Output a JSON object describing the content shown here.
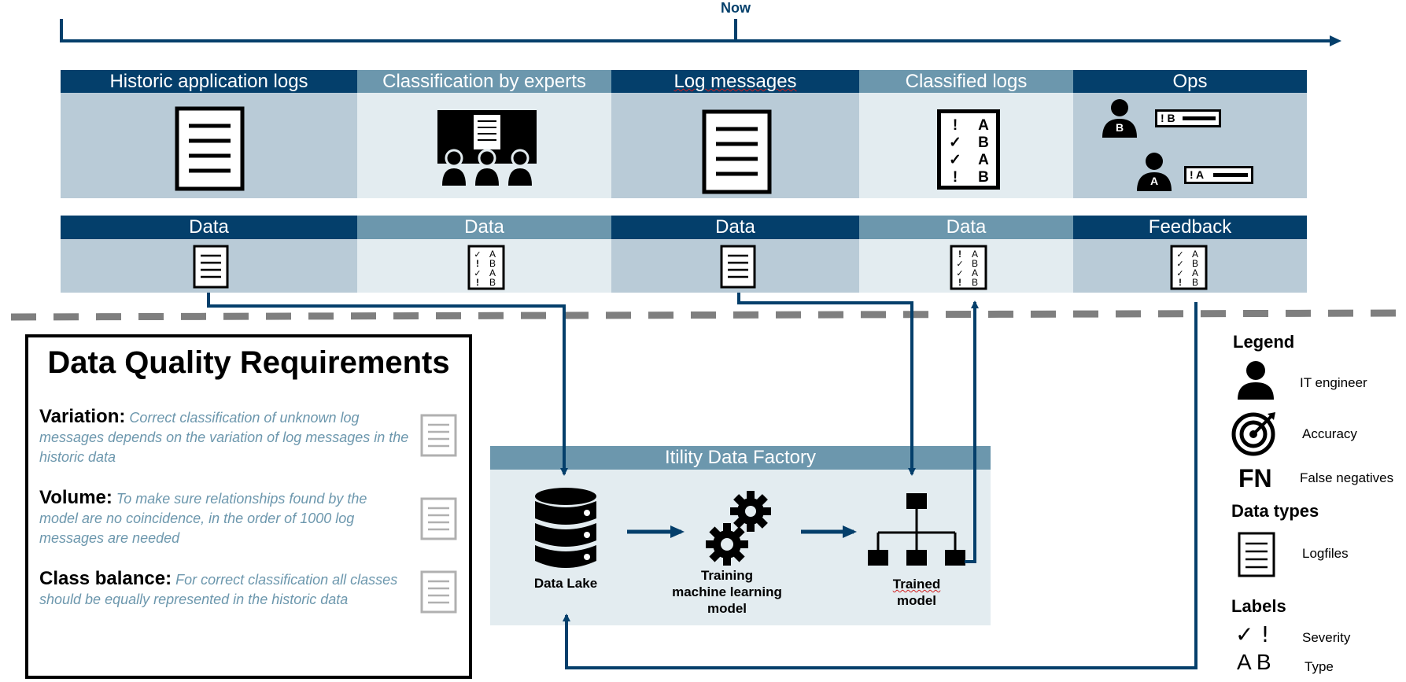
{
  "timeline": {
    "now_label": "Now"
  },
  "top_row": [
    {
      "title": "Historic application logs"
    },
    {
      "title": "Classification by experts"
    },
    {
      "title": "Log messages"
    },
    {
      "title": "Classified logs"
    },
    {
      "title": "Ops"
    }
  ],
  "classified_logs_icon": {
    "severity": [
      "!",
      "✓",
      "✓",
      "!"
    ],
    "type": [
      "A",
      "B",
      "A",
      "B"
    ]
  },
  "ops_icon": {
    "engineer_top": "B",
    "engineer_bottom": "A",
    "bar_top": "! B",
    "bar_bottom": "! A"
  },
  "second_row": [
    {
      "title": "Data"
    },
    {
      "title": "Data"
    },
    {
      "title": "Data"
    },
    {
      "title": "Data"
    },
    {
      "title": "Feedback"
    }
  ],
  "data_quality": {
    "title": "Data Quality Requirements",
    "items": [
      {
        "label": "Variation:",
        "text": "Correct classification of unknown log messages depends on the variation of log messages in the historic data"
      },
      {
        "label": "Volume:",
        "text": "To make sure relationships found by the model are no coincidence, in the order of 1000 log messages are needed"
      },
      {
        "label": "Class balance:",
        "text": "For correct classification all classes should be equally represented in the historic data"
      }
    ]
  },
  "factory": {
    "title": "Itility Data Factory",
    "data_lake": "Data Lake",
    "training": [
      "Training",
      "machine learning",
      "model"
    ],
    "trained": [
      "Trained",
      "model"
    ]
  },
  "legend": {
    "title": "Legend",
    "it_engineer": "IT engineer",
    "accuracy": "Accuracy",
    "fn_symbol": "FN",
    "false_negatives": "False negatives",
    "data_types_title": "Data types",
    "logfiles": "Logfiles",
    "labels_title": "Labels",
    "severity_symbols": "✓ !",
    "severity": "Severity",
    "type_symbols": "A B",
    "type": "Type"
  },
  "colors": {
    "dark_blue": "#043f6b",
    "mid_blue": "#6c97ad",
    "light_cell": "#b9cbd7",
    "pale_cell": "#e3ecf0",
    "dash_gray": "#7f7f7f"
  }
}
